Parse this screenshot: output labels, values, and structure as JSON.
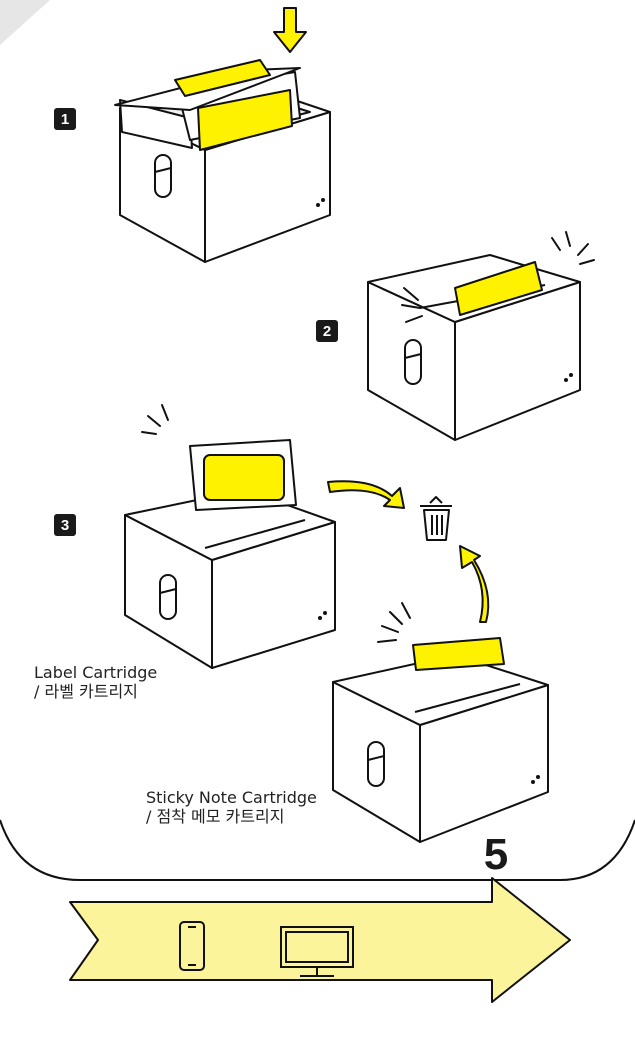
{
  "steps": [
    {
      "number": "1"
    },
    {
      "number": "2"
    },
    {
      "number": "3"
    }
  ],
  "captions": {
    "label_cartridge": {
      "line1": "Label Cartridge",
      "line2": "/ 라벨 카트리지"
    },
    "sticky_cartridge": {
      "line1": "Sticky Note Cartridge",
      "line2": "/ 점착 메모 카트리지"
    }
  },
  "next_step": {
    "number": "5"
  },
  "icons": [
    "trash-icon",
    "smartphone-icon",
    "monitor-icon"
  ],
  "colors": {
    "accent_yellow": "#FFF200",
    "banner_yellow": "#FBF49A",
    "line": "#111111"
  }
}
